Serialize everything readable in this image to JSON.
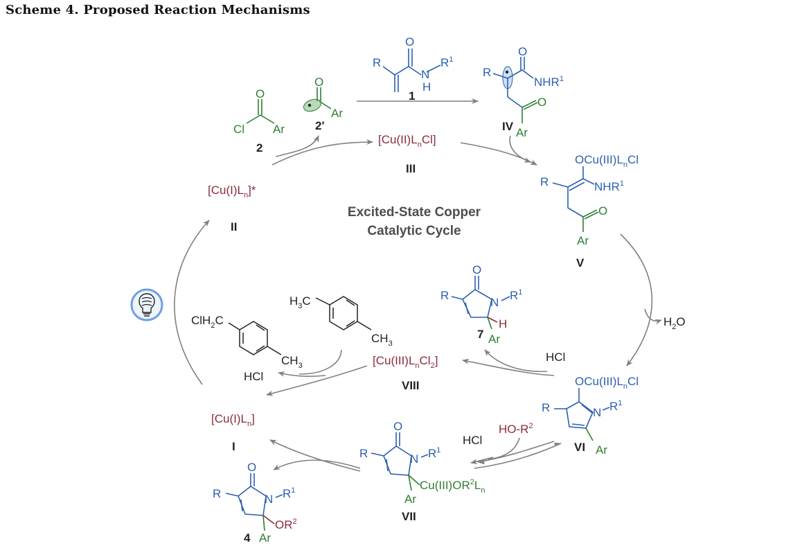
{
  "title": "Scheme 4. Proposed Reaction Mechanisms",
  "colors": {
    "blue": "#2b5fb3",
    "green": "#2f7d32",
    "maroon": "#8b2a3a",
    "arrow": "#7f7f7f",
    "text": "#222222",
    "bold": "#4d4d4d",
    "bulb": "#6fa0e0"
  },
  "center": {
    "line1": "Excited-State Copper",
    "line2": "Catalytic Cycle"
  },
  "light_icon": "light-bulb-icon",
  "species": {
    "s1": {
      "R": "R",
      "O": "O",
      "N": "N",
      "H": "H",
      "R1": "R",
      "sup": "1",
      "label": "1"
    },
    "s2": {
      "Cl": "Cl",
      "O": "O",
      "Ar": "Ar",
      "label": "2"
    },
    "s2p": {
      "O": "O",
      "Ar": "Ar",
      "label": "2'"
    },
    "II": {
      "cu": "[Cu(I)L",
      "sub": "n",
      "tail": "]*",
      "label": "II"
    },
    "III": {
      "cu": "[Cu(II)L",
      "sub": "n",
      "tail": "Cl]",
      "label": "III"
    },
    "IV": {
      "R": "R",
      "O1": "O",
      "NHR": "NHR",
      "sup": "1",
      "O2": "O",
      "Ar": "Ar",
      "label": "IV"
    },
    "V": {
      "OCu": "OCu(III)L",
      "sub": "n",
      "tail": "Cl",
      "R": "R",
      "NHR": "NHR",
      "sup": "1",
      "O": "O",
      "Ar": "Ar",
      "label": "V"
    },
    "water": {
      "H": "H",
      "sub": "2",
      "O": "O"
    },
    "VI": {
      "OCu": "OCu(III)L",
      "sub": "n",
      "tail": "Cl",
      "R": "R",
      "N": "N",
      "R1": "R",
      "sup": "1",
      "Ar": "Ar",
      "label": "VI"
    },
    "s7": {
      "O": "O",
      "R": "R",
      "N": "N",
      "R1": "R",
      "sup": "1",
      "H": "H",
      "Ar": "Ar",
      "label": "7"
    },
    "VIII": {
      "cu": "[Cu(III)L",
      "sub": "n",
      "tail": "Cl",
      "sub2": "2",
      "tail2": "]",
      "label": "VIII"
    },
    "hcl_top": "HCl",
    "xylene": {
      "H3C": "H",
      "sub3a": "3",
      "C1": "C",
      "CH3": "CH",
      "sub3b": "3"
    },
    "benzylcl": {
      "ClH2C": "ClH",
      "sub2": "2",
      "C": "C",
      "CH3": "CH",
      "sub3": "3"
    },
    "hcl_left": "HCl",
    "I": {
      "cu": "[Cu(I)L",
      "sub": "n",
      "tail": "]",
      "label": "I"
    },
    "alcohol": {
      "HO": "HO-R",
      "sup": "2"
    },
    "hcl_bottom": "HCl",
    "VII": {
      "O": "O",
      "R": "R",
      "N": "N",
      "R1": "R",
      "sup": "1",
      "Cu": "Cu(III)OR",
      "sup2": "2",
      "L": "L",
      "sub": "n",
      "Ar": "Ar",
      "label": "VII"
    },
    "s4": {
      "O": "O",
      "R": "R",
      "N": "N",
      "R1": "R",
      "sup": "1",
      "OR": "OR",
      "sup2": "2",
      "Ar": "Ar",
      "label": "4"
    }
  }
}
